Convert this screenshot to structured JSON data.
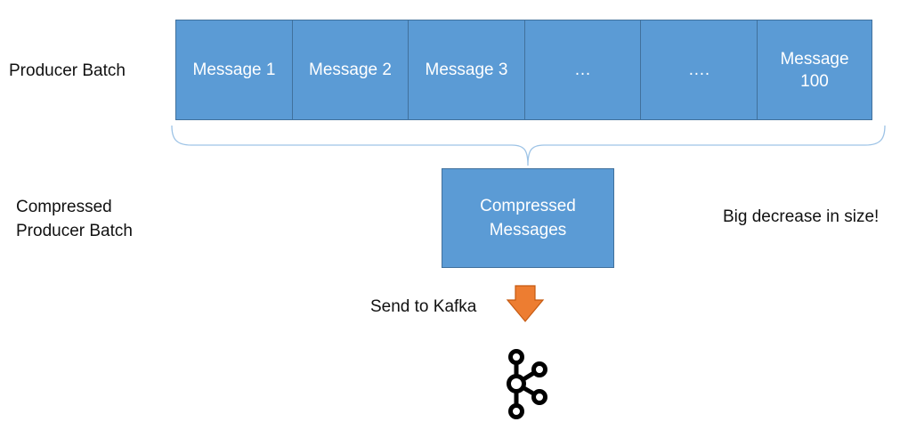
{
  "labels": {
    "producer_batch": "Producer Batch",
    "compressed_batch": "Compressed\nProducer Batch",
    "size_note": "Big decrease in size!",
    "send_to_kafka": "Send to Kafka"
  },
  "batch": {
    "cells": [
      {
        "text": "Message 1"
      },
      {
        "text": "Message 2"
      },
      {
        "text": "Message 3"
      },
      {
        "text": "…"
      },
      {
        "text": "…."
      },
      {
        "text": "Message\n100"
      }
    ]
  },
  "compressed_box": {
    "text": "Compressed\nMessages"
  },
  "colors": {
    "box_fill": "#5b9bd5",
    "box_border": "#41719c",
    "brace": "#9dc3e6",
    "arrow_fill": "#ed7d31",
    "arrow_border": "#c55a11",
    "kafka_logo": "#000000"
  },
  "icons": {
    "arrow": "down-arrow-icon",
    "kafka": "kafka-logo-icon"
  }
}
